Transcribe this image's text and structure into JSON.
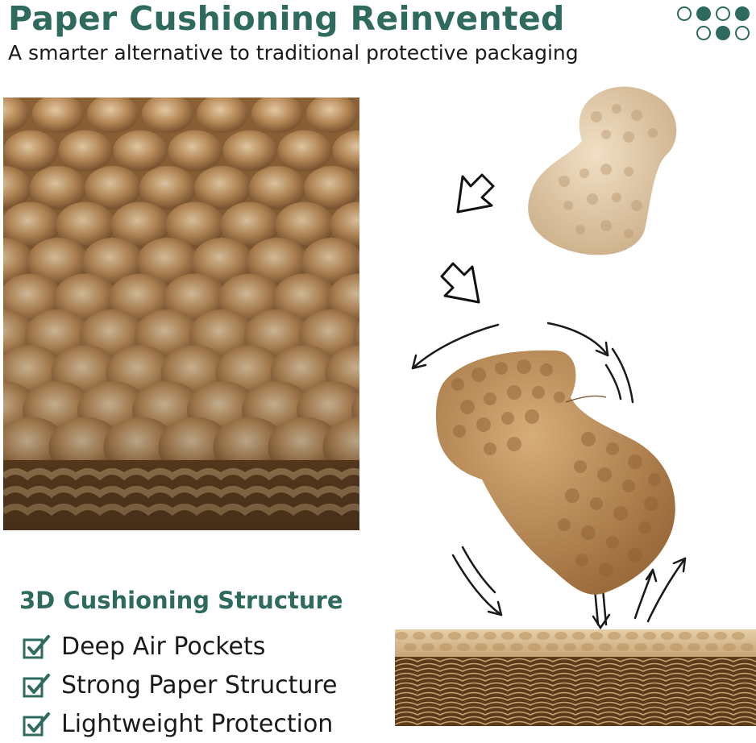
{
  "header": {
    "title": "Paper Cushioning Reinvented",
    "subtitle": "A smarter alternative to traditional protective packaging"
  },
  "decor_dots": [
    "outline",
    "filled",
    "outline",
    "filled",
    "outline",
    "filled",
    "outline"
  ],
  "section": {
    "heading": "3D Cushioning Structure",
    "features": [
      {
        "label": "Deep Air Pockets",
        "icon": "check-icon"
      },
      {
        "label": "Strong Paper Structure",
        "icon": "check-icon"
      },
      {
        "label": "Lightweight Protection",
        "icon": "check-icon"
      }
    ]
  },
  "colors": {
    "brand_green": "#2e6b5e",
    "kraft_light": "#d9bd93",
    "kraft_mid": "#b88a58",
    "kraft_dark": "#6e4a28"
  }
}
